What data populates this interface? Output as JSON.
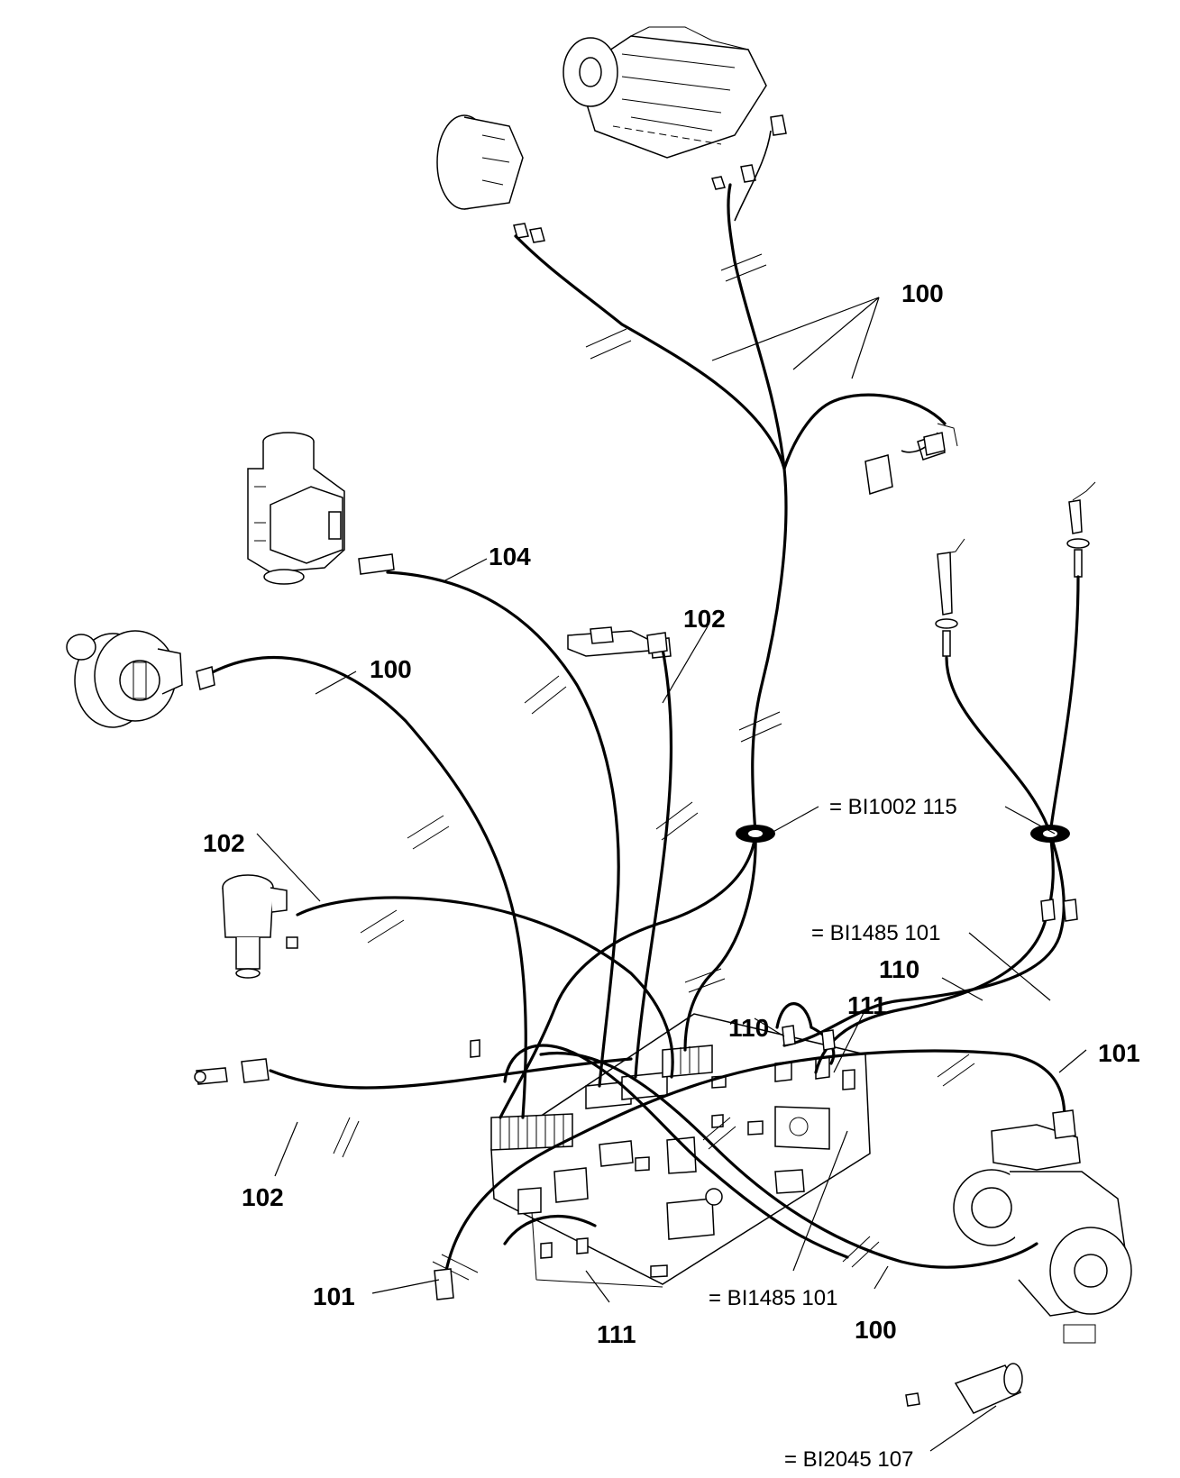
{
  "labels": {
    "l100_top": "100",
    "l104": "104",
    "l102_mid": "102",
    "l100_left": "100",
    "l102_left": "102",
    "l110_right": "110",
    "l111_right": "111",
    "l110_center": "110",
    "l101_right": "101",
    "l102_bottom": "102",
    "l101_bottom": "101",
    "l111_bottom": "111",
    "l100_bottom": "100"
  },
  "references": {
    "bi1002": "= BI1002 115",
    "bi1485_upper": "= BI1485 101",
    "bi1485_lower": "= BI1485 101",
    "bi2045": "= BI2045 107"
  }
}
